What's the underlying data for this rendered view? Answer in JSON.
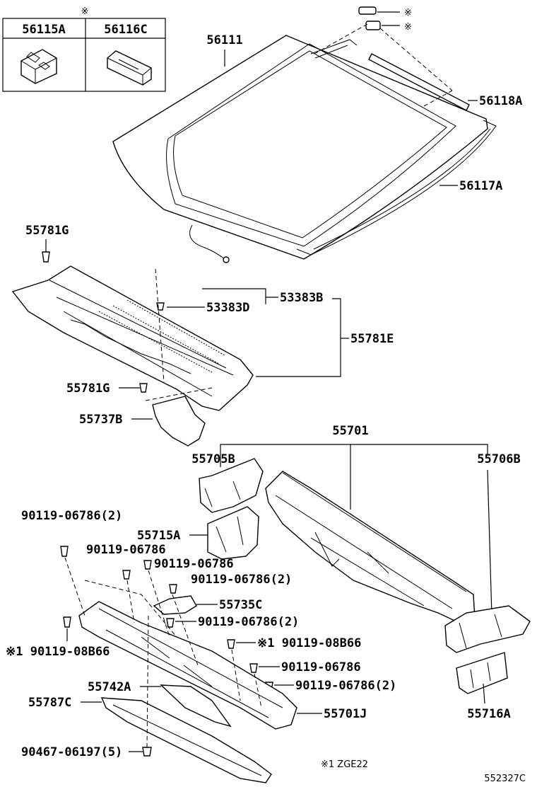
{
  "inset": {
    "marker": "※",
    "left_label": "56115A",
    "right_label": "56116C"
  },
  "labels": {
    "windshield": "56111",
    "marker_top1": "※",
    "marker_top2": "※",
    "molding_top": "56118A",
    "molding_side": "56117A",
    "bolt_g_top": "55781G",
    "clip_b": "53383B",
    "clip_d": "53383D",
    "louver_e": "55781E",
    "bolt_g_mid": "55781G",
    "seal_b": "55737B",
    "cowl_panel": "55701",
    "bracket_left": "55705B",
    "bracket_right": "55706B",
    "bolt_90119_2a": "90119-06786(2)",
    "brace_a": "55715A",
    "bolt_90119_a": "90119-06786",
    "bolt_90119_b": "90119-06786",
    "bolt_90119_2b": "90119-06786(2)",
    "bracket_c": "55735C",
    "bolt_90119_2c": "90119-06786(2)",
    "bolt_08b66_left": "※1 90119-08B66",
    "bolt_08b66_right": "※1 90119-08B66",
    "bolt_90119_c": "90119-06786",
    "bolt_90119_2d": "90119-06786(2)",
    "pad_a": "55742A",
    "seal_c": "55787C",
    "lower_panel_j": "55701J",
    "bracket_16a": "55716A",
    "clip_90467": "90467-06197(5)",
    "footnote": "※1 ZGE22",
    "diagram_id": "552327C"
  }
}
